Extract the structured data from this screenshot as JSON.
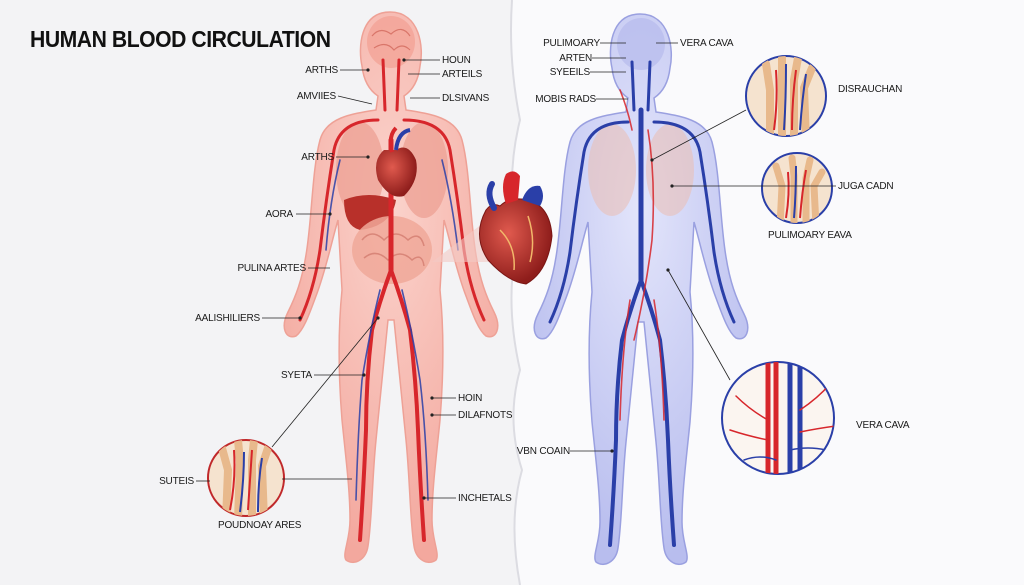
{
  "title": "HUMAN BLOOD CIRCULATION",
  "colors": {
    "artery": "#d7262b",
    "vein": "#2a3fa8",
    "arterial_body": "#f6b8b0",
    "venous_body": "#c9cdf2",
    "background": "#f4f4f6"
  },
  "left_figure": {
    "labels": [
      "ARTHS",
      "AMVIIES",
      "ARTHS",
      "AORA",
      "PULINA ARTES",
      "AALISHILIERS",
      "SYETA",
      "SUTEIS"
    ],
    "right_labels": [
      "HOUN",
      "ARTEILS",
      "DLSIVANS",
      "HOIN",
      "DILAFNOTS",
      "INCHETALS"
    ],
    "inset_caption": "POUDNOAY ARES"
  },
  "right_figure": {
    "labels": [
      "PULIMOARY",
      "ARTEN",
      "SYEEILS",
      "MOBIS RADS",
      "VBN COAIN"
    ],
    "right_labels": [
      "VERA CAVA",
      "DISRAUCHAN",
      "JUGA CADN",
      "PULIMOARY EAVA",
      "VERA CAVA"
    ]
  }
}
